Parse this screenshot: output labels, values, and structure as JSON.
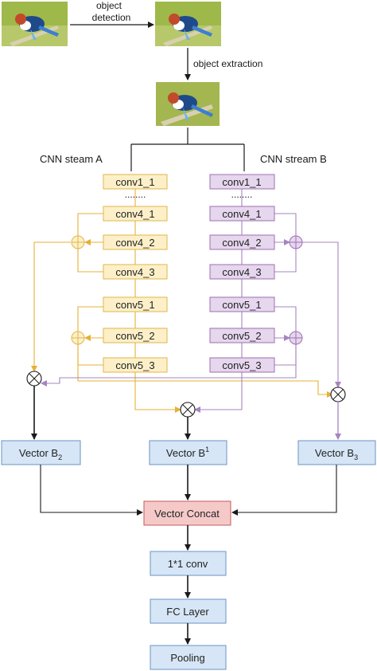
{
  "top": {
    "step1_label_line1": "object",
    "step1_label_line2": "detection",
    "step2_label": "object extraction"
  },
  "streams": {
    "a_title": "CNN steam A",
    "b_title": "CNN  stream B"
  },
  "stream_a": {
    "blocks": [
      "conv1_1",
      "conv4_1",
      "conv4_2",
      "conv4_3",
      "conv5_1",
      "conv5_2",
      "conv5_3"
    ],
    "ellipsis": "........"
  },
  "stream_b": {
    "blocks": [
      "conv1_1",
      "conv4_1",
      "conv4_2",
      "conv4_3",
      "conv5_1",
      "conv5_2",
      "conv5_3"
    ],
    "ellipsis": "........"
  },
  "vectors": {
    "b2_main": "Vector B",
    "b2_sub": "2",
    "b1_main": "Vector B",
    "b1_sub": "1",
    "b3_main": "Vector B",
    "b3_sub": "3"
  },
  "pipeline": {
    "concat": "Vector Concat",
    "conv": "1*1 conv",
    "fc": "FC Layer",
    "pooling": "Pooling"
  },
  "colors": {
    "stream_a_fill": "#fdf0c8",
    "stream_a_stroke": "#e0b64a",
    "stream_a_line": "#e6b034",
    "stream_b_fill": "#e6d6ee",
    "stream_b_stroke": "#9a72b0",
    "stream_b_line": "#a585c0",
    "vector_fill": "#d6e6f6",
    "vector_stroke": "#6b93c4",
    "concat_fill": "#f6c9c9",
    "concat_stroke": "#c55a5a"
  }
}
